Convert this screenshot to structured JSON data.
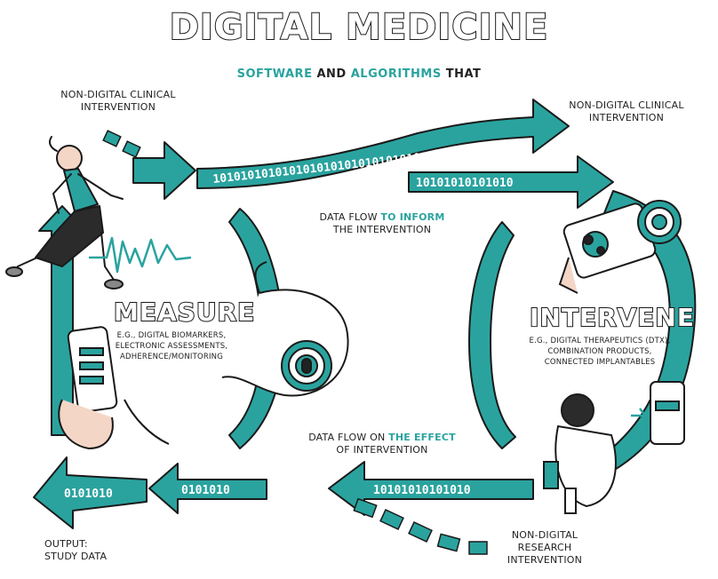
{
  "title": "DIGITAL MEDICINE",
  "subtitle": {
    "w1": "SOFTWARE",
    "and": "AND",
    "w2": "ALGORITHMS",
    "that": "THAT"
  },
  "binary": {
    "top_upper": "1010101010101010101010101010101",
    "top_lower": "10101010101010",
    "bottom_right": "10101010101010",
    "bottom_mid": "0101010",
    "bottom_left": "0101010"
  },
  "labels": {
    "ndi_left_1": "NON-DIGITAL CLINICAL",
    "ndi_left_2": "INTERVENTION",
    "ndi_right_1": "NON-DIGITAL CLINICAL",
    "ndi_right_2": "INTERVENTION",
    "flow_inform_pre": "DATA FLOW",
    "flow_inform_hl": "TO INFORM",
    "flow_inform_post": "THE INTERVENTION",
    "flow_effect_pre": "DATA FLOW ON",
    "flow_effect_hl": "THE EFFECT",
    "flow_effect_post": "OF INTERVENTION",
    "measure": "MEASURE",
    "measure_1": "E.G., DIGITAL BIOMARKERS,",
    "measure_2": "ELECTRONIC ASSESSMENTS,",
    "measure_3": "ADHERENCE/MONITORING",
    "intervene": "INTERVENE",
    "intervene_1": "E.G., DIGITAL THERAPEUTICS (DTX),",
    "intervene_2": "COMBINATION PRODUCTS,",
    "intervene_3": "CONNECTED IMPLANTABLES",
    "output_1": "OUTPUT:",
    "output_2": "STUDY DATA",
    "ndr_1": "NON-DIGITAL",
    "ndr_2": "RESEARCH",
    "ndr_3": "INTERVENTION"
  },
  "colors": {
    "teal": "#2aa39f",
    "ink": "#1a1a1a"
  }
}
